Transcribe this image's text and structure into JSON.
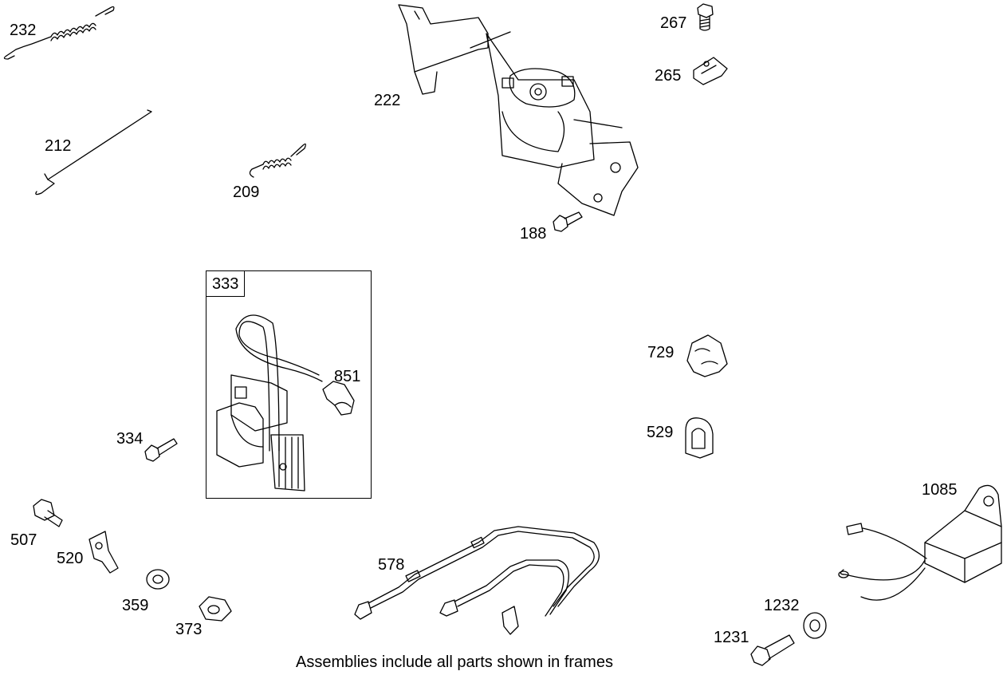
{
  "diagram": {
    "part_labels": {
      "p232": "232",
      "p212": "212",
      "p209": "209",
      "p222": "222",
      "p188": "188",
      "p267": "267",
      "p265": "265",
      "p851": "851",
      "p334": "334",
      "p507": "507",
      "p520": "520",
      "p359": "359",
      "p373": "373",
      "p578": "578",
      "p729": "729",
      "p529": "529",
      "p1085": "1085",
      "p1232": "1232",
      "p1231": "1231"
    },
    "frame_label": "333",
    "caption": "Assemblies include all parts shown in frames"
  }
}
